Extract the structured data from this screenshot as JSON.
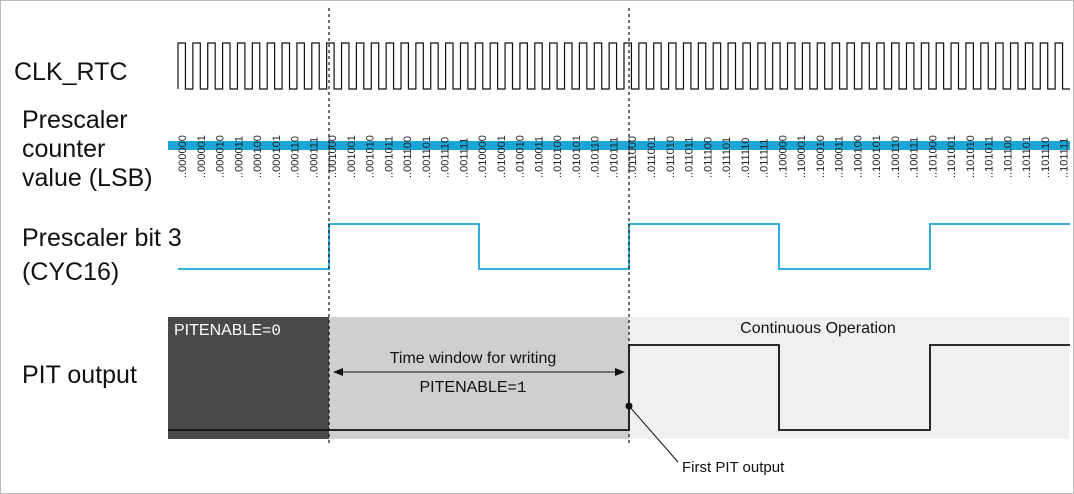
{
  "signals": {
    "clk": "CLK_RTC",
    "counter_line1": "Prescaler",
    "counter_line2": "counter",
    "counter_line3": "value (LSB)",
    "bit3_line1": "Prescaler bit 3",
    "bit3_line2": "(CYC16)",
    "pit": "PIT output"
  },
  "regions": {
    "disabled_label": "PITENABLE=",
    "disabled_value": "0",
    "window_line1": "Time window for writing",
    "window_line2_label": "PITENABLE=",
    "window_line2_value": "1",
    "continuous": "Continuous Operation"
  },
  "annotations": {
    "first_pit": "First PIT output"
  },
  "counter_values": [
    "..000000",
    "..000001",
    "..000010",
    "..000011",
    "..000100",
    "..000101",
    "..000110",
    "..000111",
    "..001000",
    "..001001",
    "..001010",
    "..001011",
    "..001100",
    "..001101",
    "..001110",
    "..001111",
    "..010000",
    "..010001",
    "..010010",
    "..010011",
    "..010100",
    "..010101",
    "..010110",
    "..010111",
    "..011000",
    "..011001",
    "..011010",
    "..011011",
    "..011100",
    "..011101",
    "..011110",
    "..011111",
    "..100000",
    "..100001",
    "..100010",
    "..100011",
    "..100100",
    "..100101",
    "..100110",
    "..100111",
    "..101000",
    "..101001",
    "..101010",
    "..101011",
    "..101100",
    "..101101",
    "..101110",
    "..101111"
  ],
  "colors": {
    "cyan": "#1aa6d6",
    "disabled_region": "#4a4a4a",
    "window_region": "#cfcfcf",
    "continuous_region": "#f0f0f0",
    "frame": "#bbbbbb"
  }
}
